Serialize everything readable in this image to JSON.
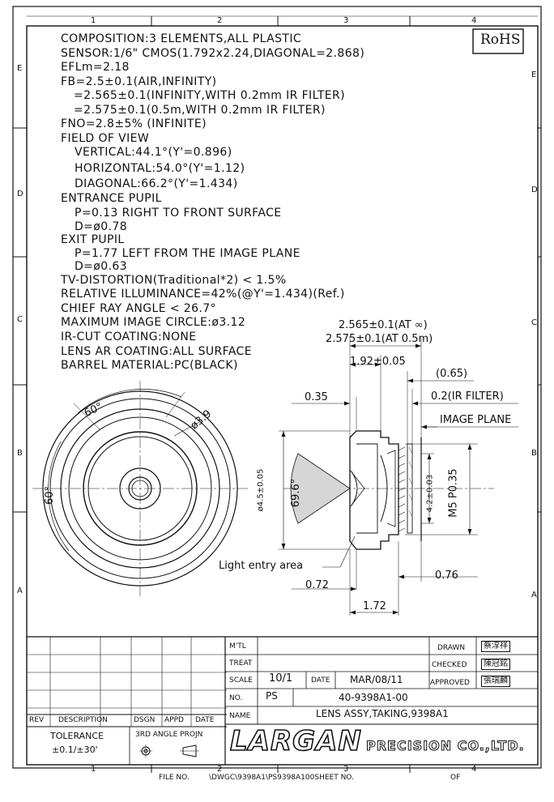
{
  "zones_top": [
    "1",
    "2",
    "3",
    "4"
  ],
  "zones_bottom": [
    "1",
    "2",
    "3",
    "4"
  ],
  "zones_left": [
    "E",
    "D",
    "C",
    "B",
    "A"
  ],
  "zones_right": [
    "E",
    "D",
    "C",
    "B",
    "A"
  ],
  "rohs": "RoHS",
  "spec_lines": [
    "COMPOSITION:3 ELEMENTS,ALL PLASTIC",
    "SENSOR:1/6\" CMOS(1.792x2.24,DIAGONAL=2.868)",
    "EFLm=2.18",
    "FB=2.5±0.1(AIR,INFINITY)",
    "=2.565±0.1(INFINITY,WITH 0.2mm IR FILTER)",
    "=2.575±0.1(0.5m,WITH 0.2mm IR FILTER)",
    "FNO=2.8±5% (INFINITE)",
    "FIELD OF VIEW",
    "VERTICAL:44.1°(Y'=0.896)",
    "HORIZONTAL:54.0°(Y'=1.12)",
    "DIAGONAL:66.2°(Y'=1.434)",
    "ENTRANCE PUPIL",
    "P=0.13 RIGHT TO FRONT SURFACE",
    "D=ø0.78",
    "EXIT PUPIL",
    "P=1.77 LEFT FROM THE IMAGE PLANE",
    "D=ø0.63",
    "TV-DISTORTION(Traditional*2) < 1.5%",
    "RELATIVE ILLUMINANCE=42%(@Y'=1.434)(Ref.)",
    "CHIEF RAY ANGLE < 26.7°",
    "MAXIMUM IMAGE CIRCLE:ø3.12",
    "IR-CUT COATING:NONE",
    "LENS AR COATING:ALL SURFACE",
    "BARREL MATERIAL:PC(BLACK)"
  ],
  "front_view": {
    "angle_top": "60°",
    "angle_left": "60°",
    "diameter": "ø3.9"
  },
  "side_view": {
    "fb_inf": "2.565±0.1(AT ∞)",
    "fb_05": "2.575±0.1(AT 0.5m)",
    "dim_192": "1.92±0.05",
    "dim_065": "(0.65)",
    "dim_035": "0.35",
    "ir_filter": "0.2(IR FILTER)",
    "image_plane": "IMAGE PLANE",
    "dia_45": "ø4.5±0.05",
    "angle_696": "69.6°",
    "dim_42": "4.2±0.03",
    "thread": "M5 P0.35",
    "light_entry": "Light entry area",
    "dim_072": "0.72",
    "dim_076": "0.76",
    "dim_172": "1.72"
  },
  "title_block": {
    "mtl": "M'TL",
    "treat": "TREAT",
    "scale_label": "SCALE",
    "scale_value": "10/1",
    "date_label": "DATE",
    "date_value": "MAR/08/11",
    "no_label": "NO.",
    "no_ps": "PS",
    "part_no": "40-9398A1-00",
    "name_label": "NAME",
    "name_value": "LENS ASSY,TAKING,9398A1",
    "drawn": "DRAWN",
    "checked": "CHECKED",
    "approved": "APPROVED",
    "drawn_sig": "蔡淳祥",
    "checked_sig": "陳冠銘",
    "approved_sig": "張瑞麟",
    "rev": "REV",
    "description": "DESCRIPTION",
    "dsgn": "DSGN",
    "appd": "APPD",
    "date_col": "DATE",
    "tolerance_label": "TOLERANCE",
    "tolerance_value": "±0.1/±30'",
    "projection": "3RD ANGLE PROJN",
    "logo_main": "LARGAN",
    "logo_sub": "PRECISION CO.,LTD."
  },
  "footer": {
    "file_label": "FILE NO.",
    "file_value": "\\DWGC\\9398A1\\PS9398A100SHEET NO.",
    "of": "OF"
  }
}
